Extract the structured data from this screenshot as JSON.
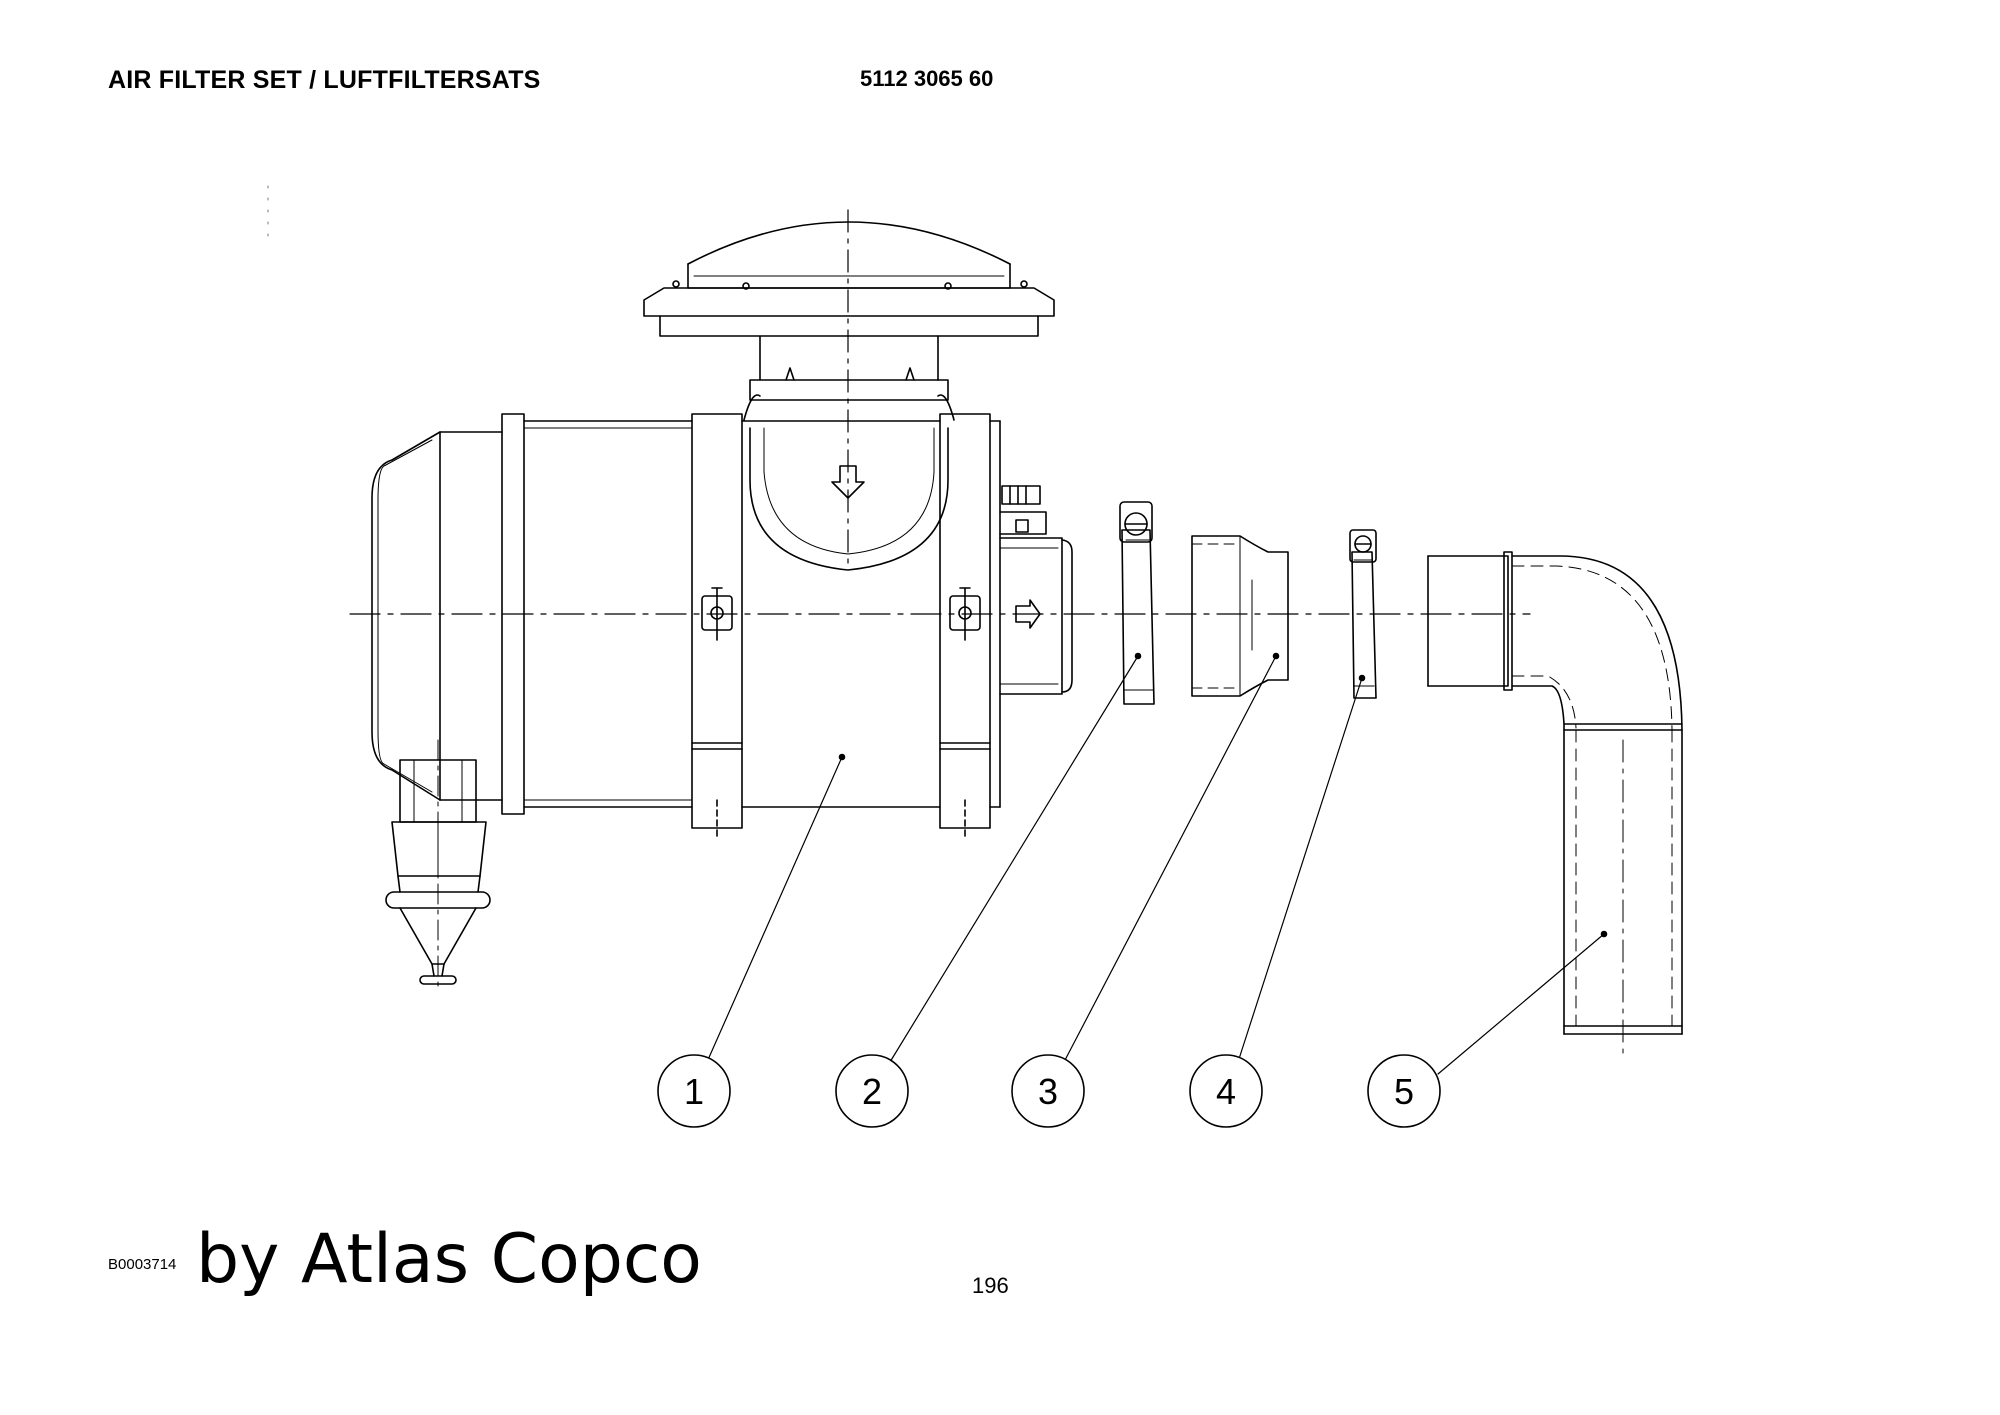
{
  "header": {
    "title": "AIR FILTER SET / LUFTFILTERSATS",
    "part_number": "5112 3065 60"
  },
  "callouts": [
    {
      "number": "1",
      "part": "air-filter-housing"
    },
    {
      "number": "2",
      "part": "hose-clamp"
    },
    {
      "number": "3",
      "part": "rubber-reducer"
    },
    {
      "number": "4",
      "part": "hose-clamp"
    },
    {
      "number": "5",
      "part": "elbow-pipe"
    }
  ],
  "footer": {
    "drawing_code": "B0003714",
    "brand": "by Atlas Copco",
    "page_number": "196"
  },
  "colors": {
    "line": "#000000",
    "background": "#ffffff"
  }
}
